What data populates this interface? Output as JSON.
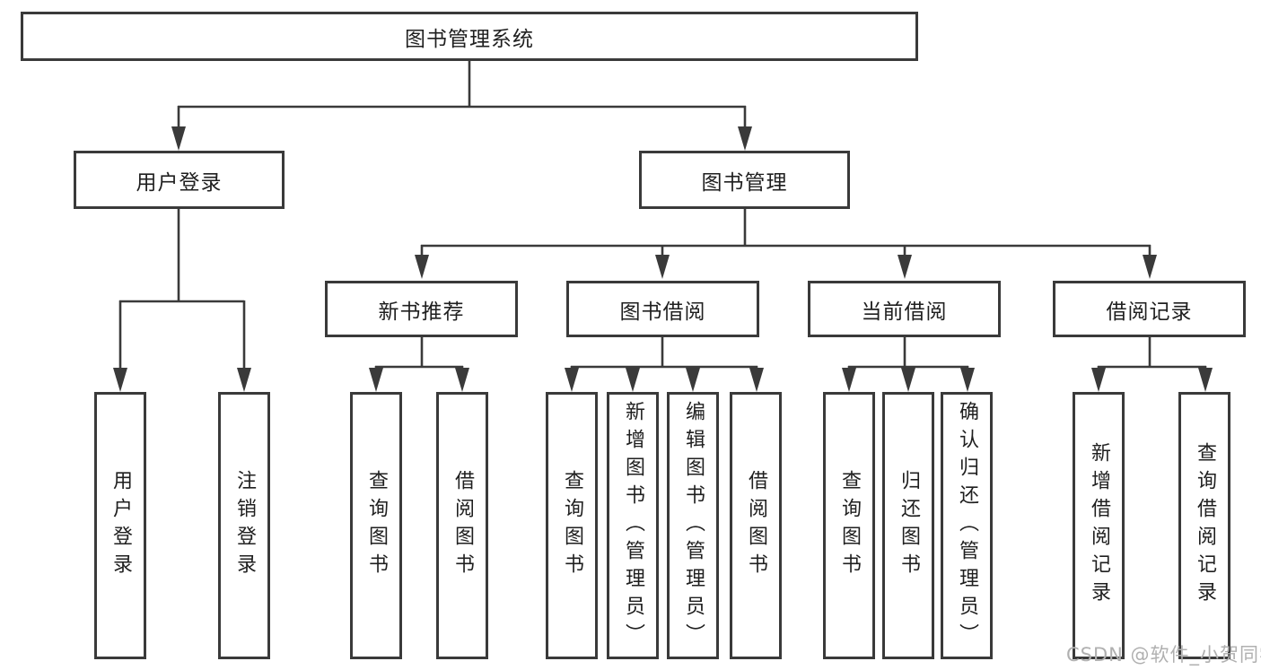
{
  "title": "图书管理系统",
  "watermark": "CSDN @软件_小贺同学",
  "colors": {
    "line": "#3a3a3a",
    "text": "#1f1f1f",
    "box_background": "#ffffff",
    "watermark": "#b0b0b0"
  },
  "branches": {
    "user": {
      "label": "用户登录",
      "children": [
        "用户登录",
        "注销登录"
      ]
    },
    "book": {
      "label": "图书管理",
      "sections": {
        "new_books": {
          "label": "新书推荐",
          "children": [
            "查询图书",
            "借阅图书"
          ]
        },
        "borrowing": {
          "label": "图书借阅",
          "children": [
            "查询图书",
            "新增图书（管理员）",
            "编辑图书（管理员）",
            "借阅图书"
          ]
        },
        "current": {
          "label": "当前借阅",
          "children": [
            "查询图书",
            "归还图书",
            "确认归还（管理员）"
          ]
        },
        "records": {
          "label": "借阅记录",
          "children": [
            "新增借阅记录",
            "查询借阅记录"
          ]
        }
      }
    }
  }
}
